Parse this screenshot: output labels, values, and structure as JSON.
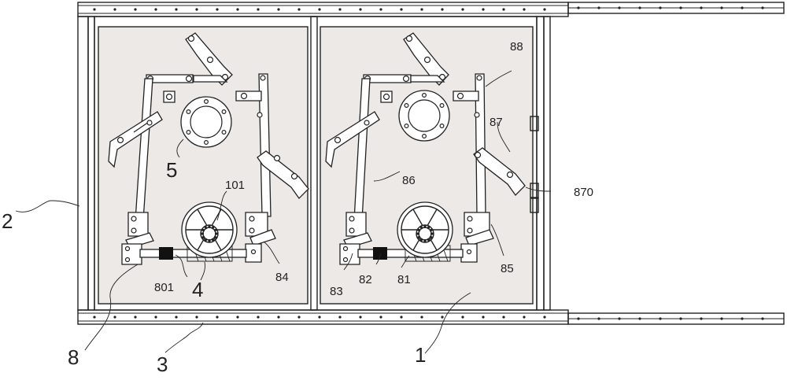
{
  "labels": {
    "l1": "1",
    "l2": "2",
    "l3": "3",
    "l4": "4",
    "l5": "5",
    "l8": "8",
    "l81": "81",
    "l82": "82",
    "l83": "83",
    "l84": "84",
    "l85": "85",
    "l86": "86",
    "l87": "87",
    "l88": "88",
    "l101": "101",
    "l801": "801",
    "l870": "870"
  }
}
